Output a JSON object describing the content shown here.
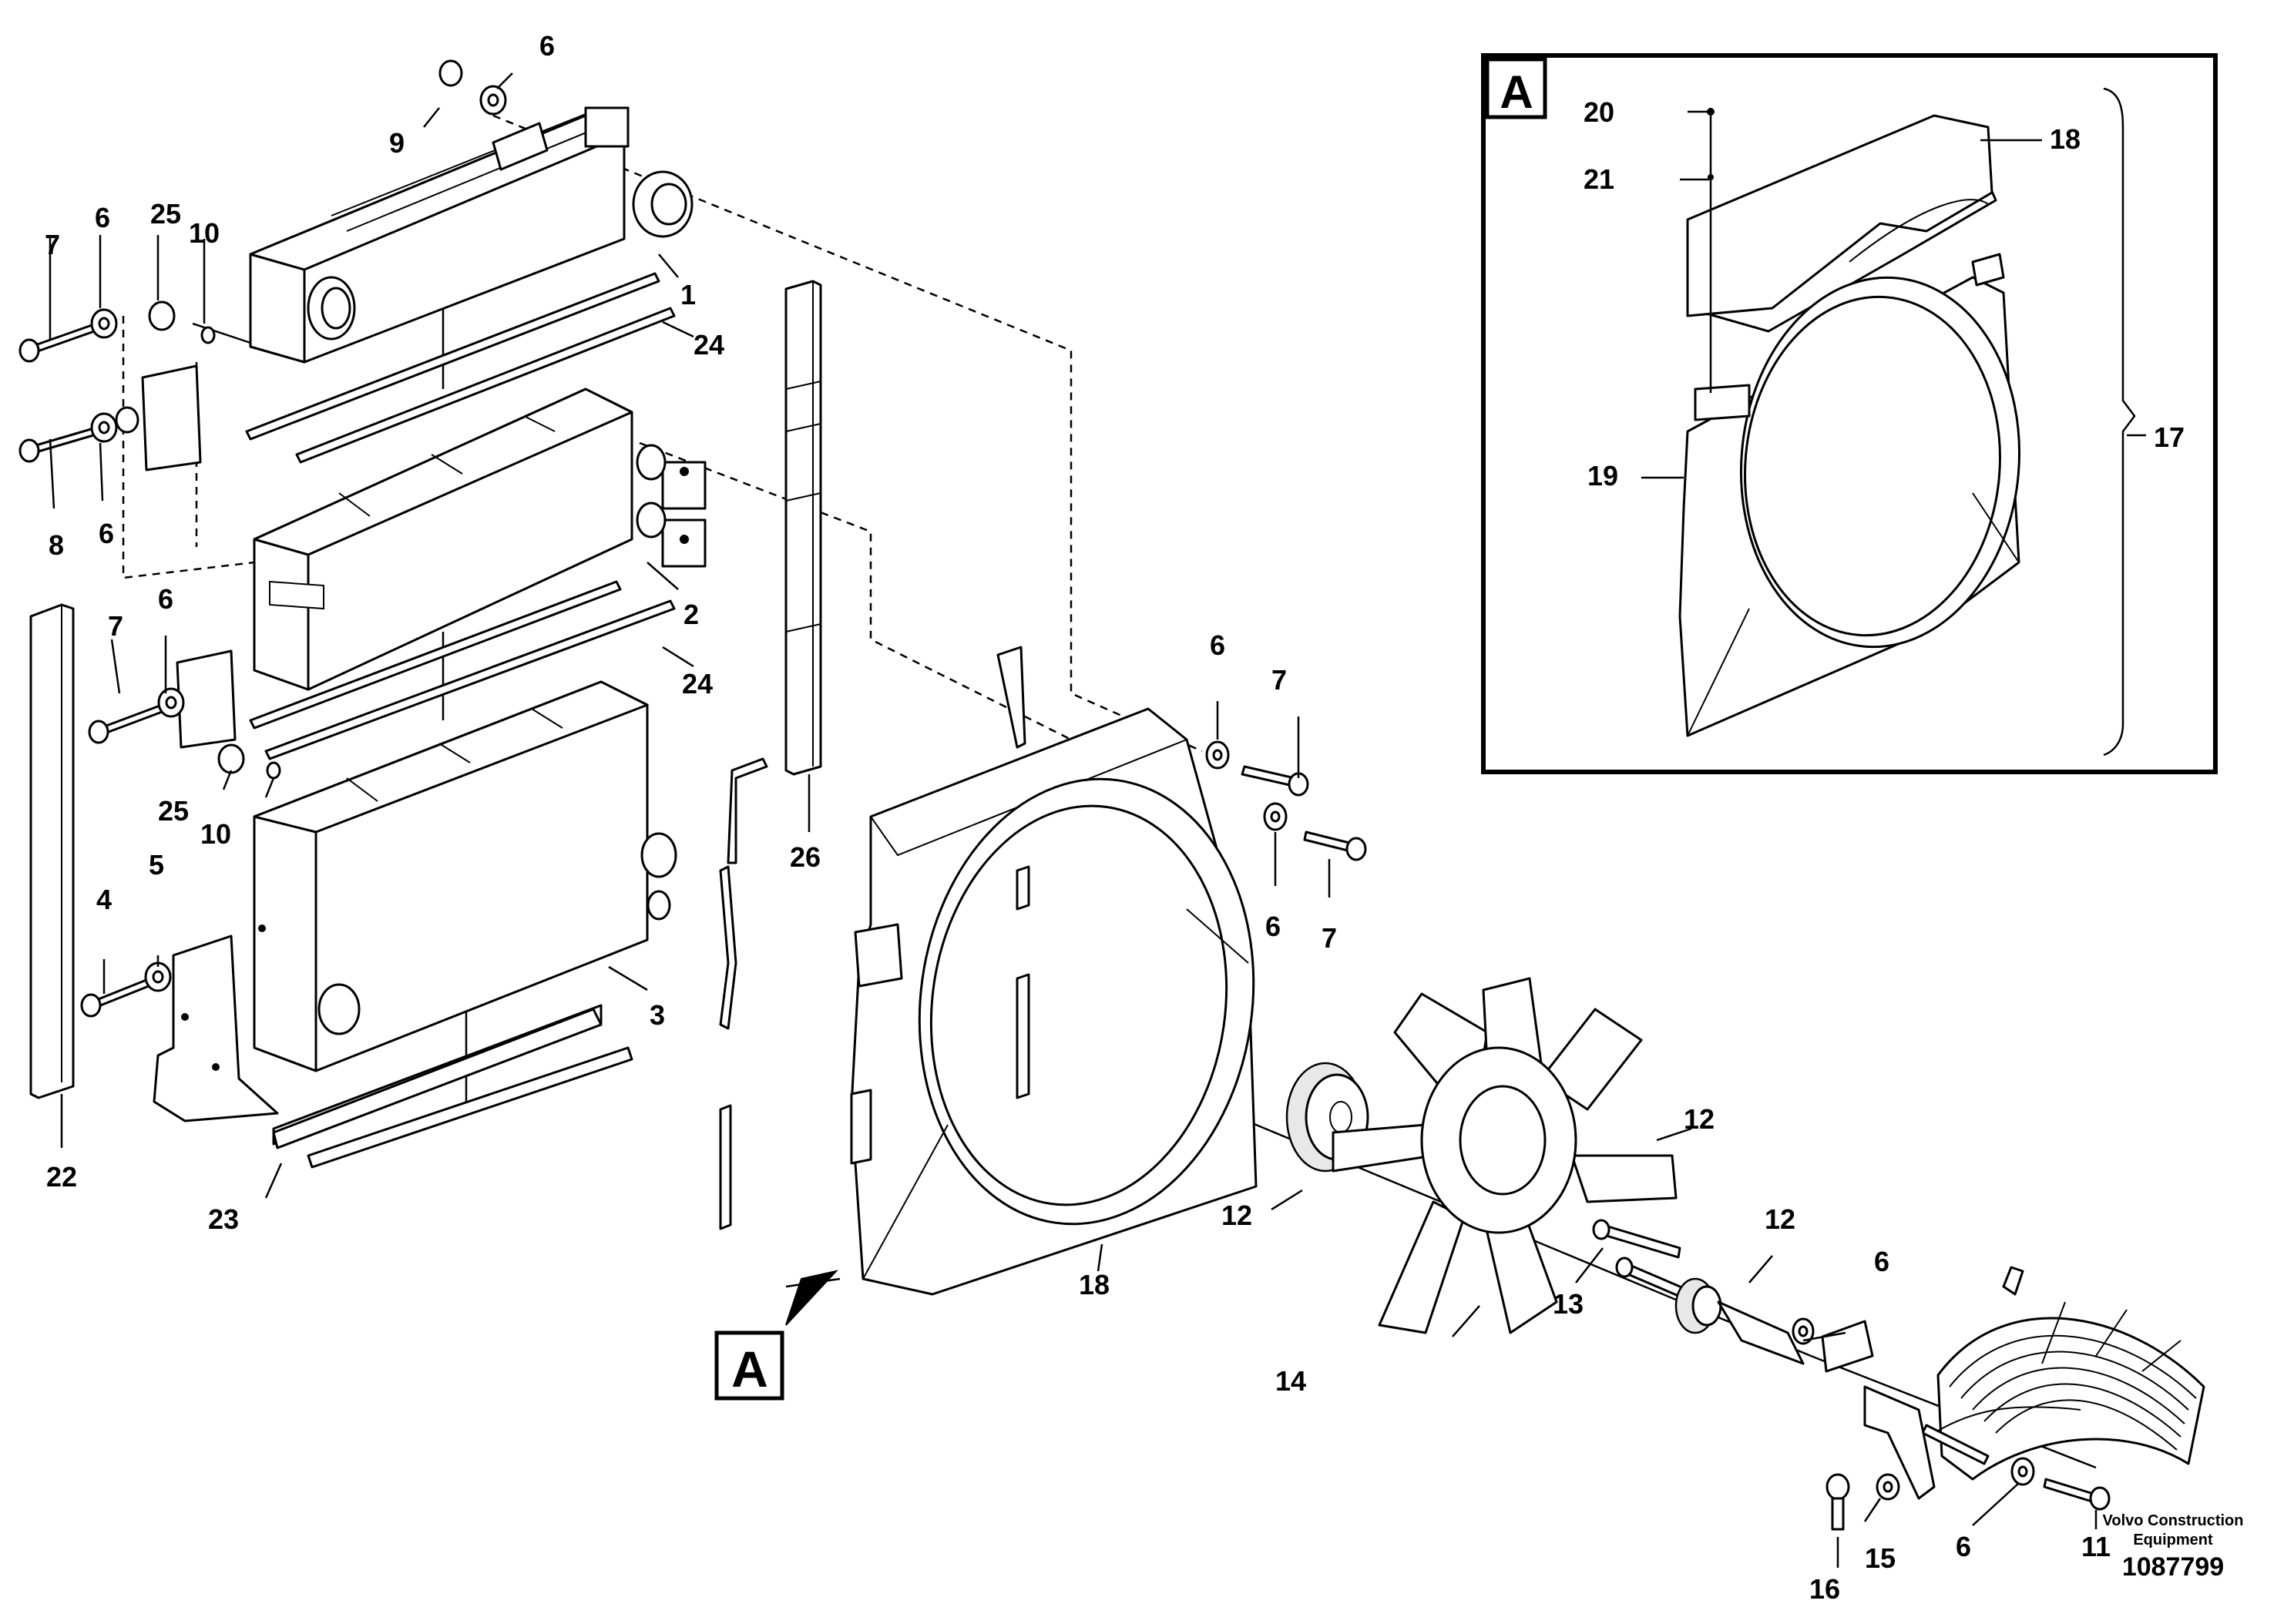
{
  "diagram": {
    "callouts": [
      {
        "id": "c1",
        "text": "1"
      },
      {
        "id": "c2",
        "text": "2"
      },
      {
        "id": "c3",
        "text": "3"
      },
      {
        "id": "c4",
        "text": "4"
      },
      {
        "id": "c5",
        "text": "5"
      },
      {
        "id": "c6a",
        "text": "6"
      },
      {
        "id": "c6b",
        "text": "6"
      },
      {
        "id": "c6c",
        "text": "6"
      },
      {
        "id": "c6d",
        "text": "6"
      },
      {
        "id": "c6e",
        "text": "6"
      },
      {
        "id": "c6f",
        "text": "6"
      },
      {
        "id": "c6g",
        "text": "6"
      },
      {
        "id": "c6h",
        "text": "6"
      },
      {
        "id": "c7a",
        "text": "7"
      },
      {
        "id": "c7b",
        "text": "7"
      },
      {
        "id": "c7c",
        "text": "7"
      },
      {
        "id": "c7d",
        "text": "7"
      },
      {
        "id": "c8",
        "text": "8"
      },
      {
        "id": "c9",
        "text": "9"
      },
      {
        "id": "c10a",
        "text": "10"
      },
      {
        "id": "c10b",
        "text": "10"
      },
      {
        "id": "c11",
        "text": "11"
      },
      {
        "id": "c12a",
        "text": "12"
      },
      {
        "id": "c12b",
        "text": "12"
      },
      {
        "id": "c12c",
        "text": "12"
      },
      {
        "id": "c13",
        "text": "13"
      },
      {
        "id": "c14",
        "text": "14"
      },
      {
        "id": "c15",
        "text": "15"
      },
      {
        "id": "c16",
        "text": "16"
      },
      {
        "id": "c17",
        "text": "17"
      },
      {
        "id": "c18a",
        "text": "18"
      },
      {
        "id": "c18b",
        "text": "18"
      },
      {
        "id": "c19",
        "text": "19"
      },
      {
        "id": "c20",
        "text": "20"
      },
      {
        "id": "c21",
        "text": "21"
      },
      {
        "id": "c22",
        "text": "22"
      },
      {
        "id": "c23",
        "text": "23"
      },
      {
        "id": "c24a",
        "text": "24"
      },
      {
        "id": "c24b",
        "text": "24"
      },
      {
        "id": "c25a",
        "text": "25"
      },
      {
        "id": "c25b",
        "text": "25"
      },
      {
        "id": "c26",
        "text": "26"
      }
    ],
    "view_marker": "A",
    "inset_label": "A",
    "brand_line1": "Volvo Construction",
    "brand_line2": "Equipment",
    "drawing_number": "1087799"
  }
}
